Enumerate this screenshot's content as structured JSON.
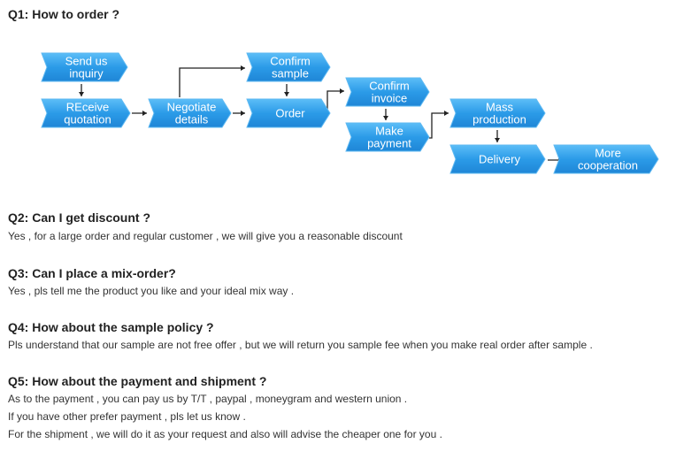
{
  "q1": {
    "title": "Q1: How to order ?"
  },
  "flow": {
    "box_color": "#2b9be8",
    "box_edge": "#5fb9f2",
    "steps": [
      {
        "id": "send",
        "lines": [
          "Send us",
          "inquiry"
        ]
      },
      {
        "id": "receive",
        "lines": [
          "REceive",
          "quotation"
        ]
      },
      {
        "id": "negotiate",
        "lines": [
          "Negotiate",
          "details"
        ]
      },
      {
        "id": "confirm-sample",
        "lines": [
          "Confirm",
          "sample"
        ]
      },
      {
        "id": "order",
        "lines": [
          "Order"
        ]
      },
      {
        "id": "confirm-invoice",
        "lines": [
          "Confirm",
          "invoice"
        ]
      },
      {
        "id": "make-payment",
        "lines": [
          "Make",
          "payment"
        ]
      },
      {
        "id": "mass-production",
        "lines": [
          "Mass",
          "production"
        ]
      },
      {
        "id": "delivery",
        "lines": [
          "Delivery"
        ]
      },
      {
        "id": "more-cooperation",
        "lines": [
          "More",
          "cooperation"
        ]
      }
    ]
  },
  "q2": {
    "title": "Q2: Can I get discount ?",
    "answer": "Yes , for a large order and regular customer , we will give you a reasonable discount"
  },
  "q3": {
    "title": "Q3: Can I place a mix-order?",
    "answer": "Yes , pls tell me the product you like and your ideal mix way ."
  },
  "q4": {
    "title": "Q4: How about the sample policy ?",
    "answer": "Pls understand that our sample are not free offer , but we will return you sample fee when you make real order after sample ."
  },
  "q5": {
    "title": "Q5: How about the payment and shipment ?",
    "answers": [
      "As to the payment , you can pay us by T/T , paypal , moneygram and western union .",
      "If you have other prefer payment , pls let us know .",
      "For the shipment , we will do it as your request and also will advise the cheaper one for you ."
    ]
  }
}
